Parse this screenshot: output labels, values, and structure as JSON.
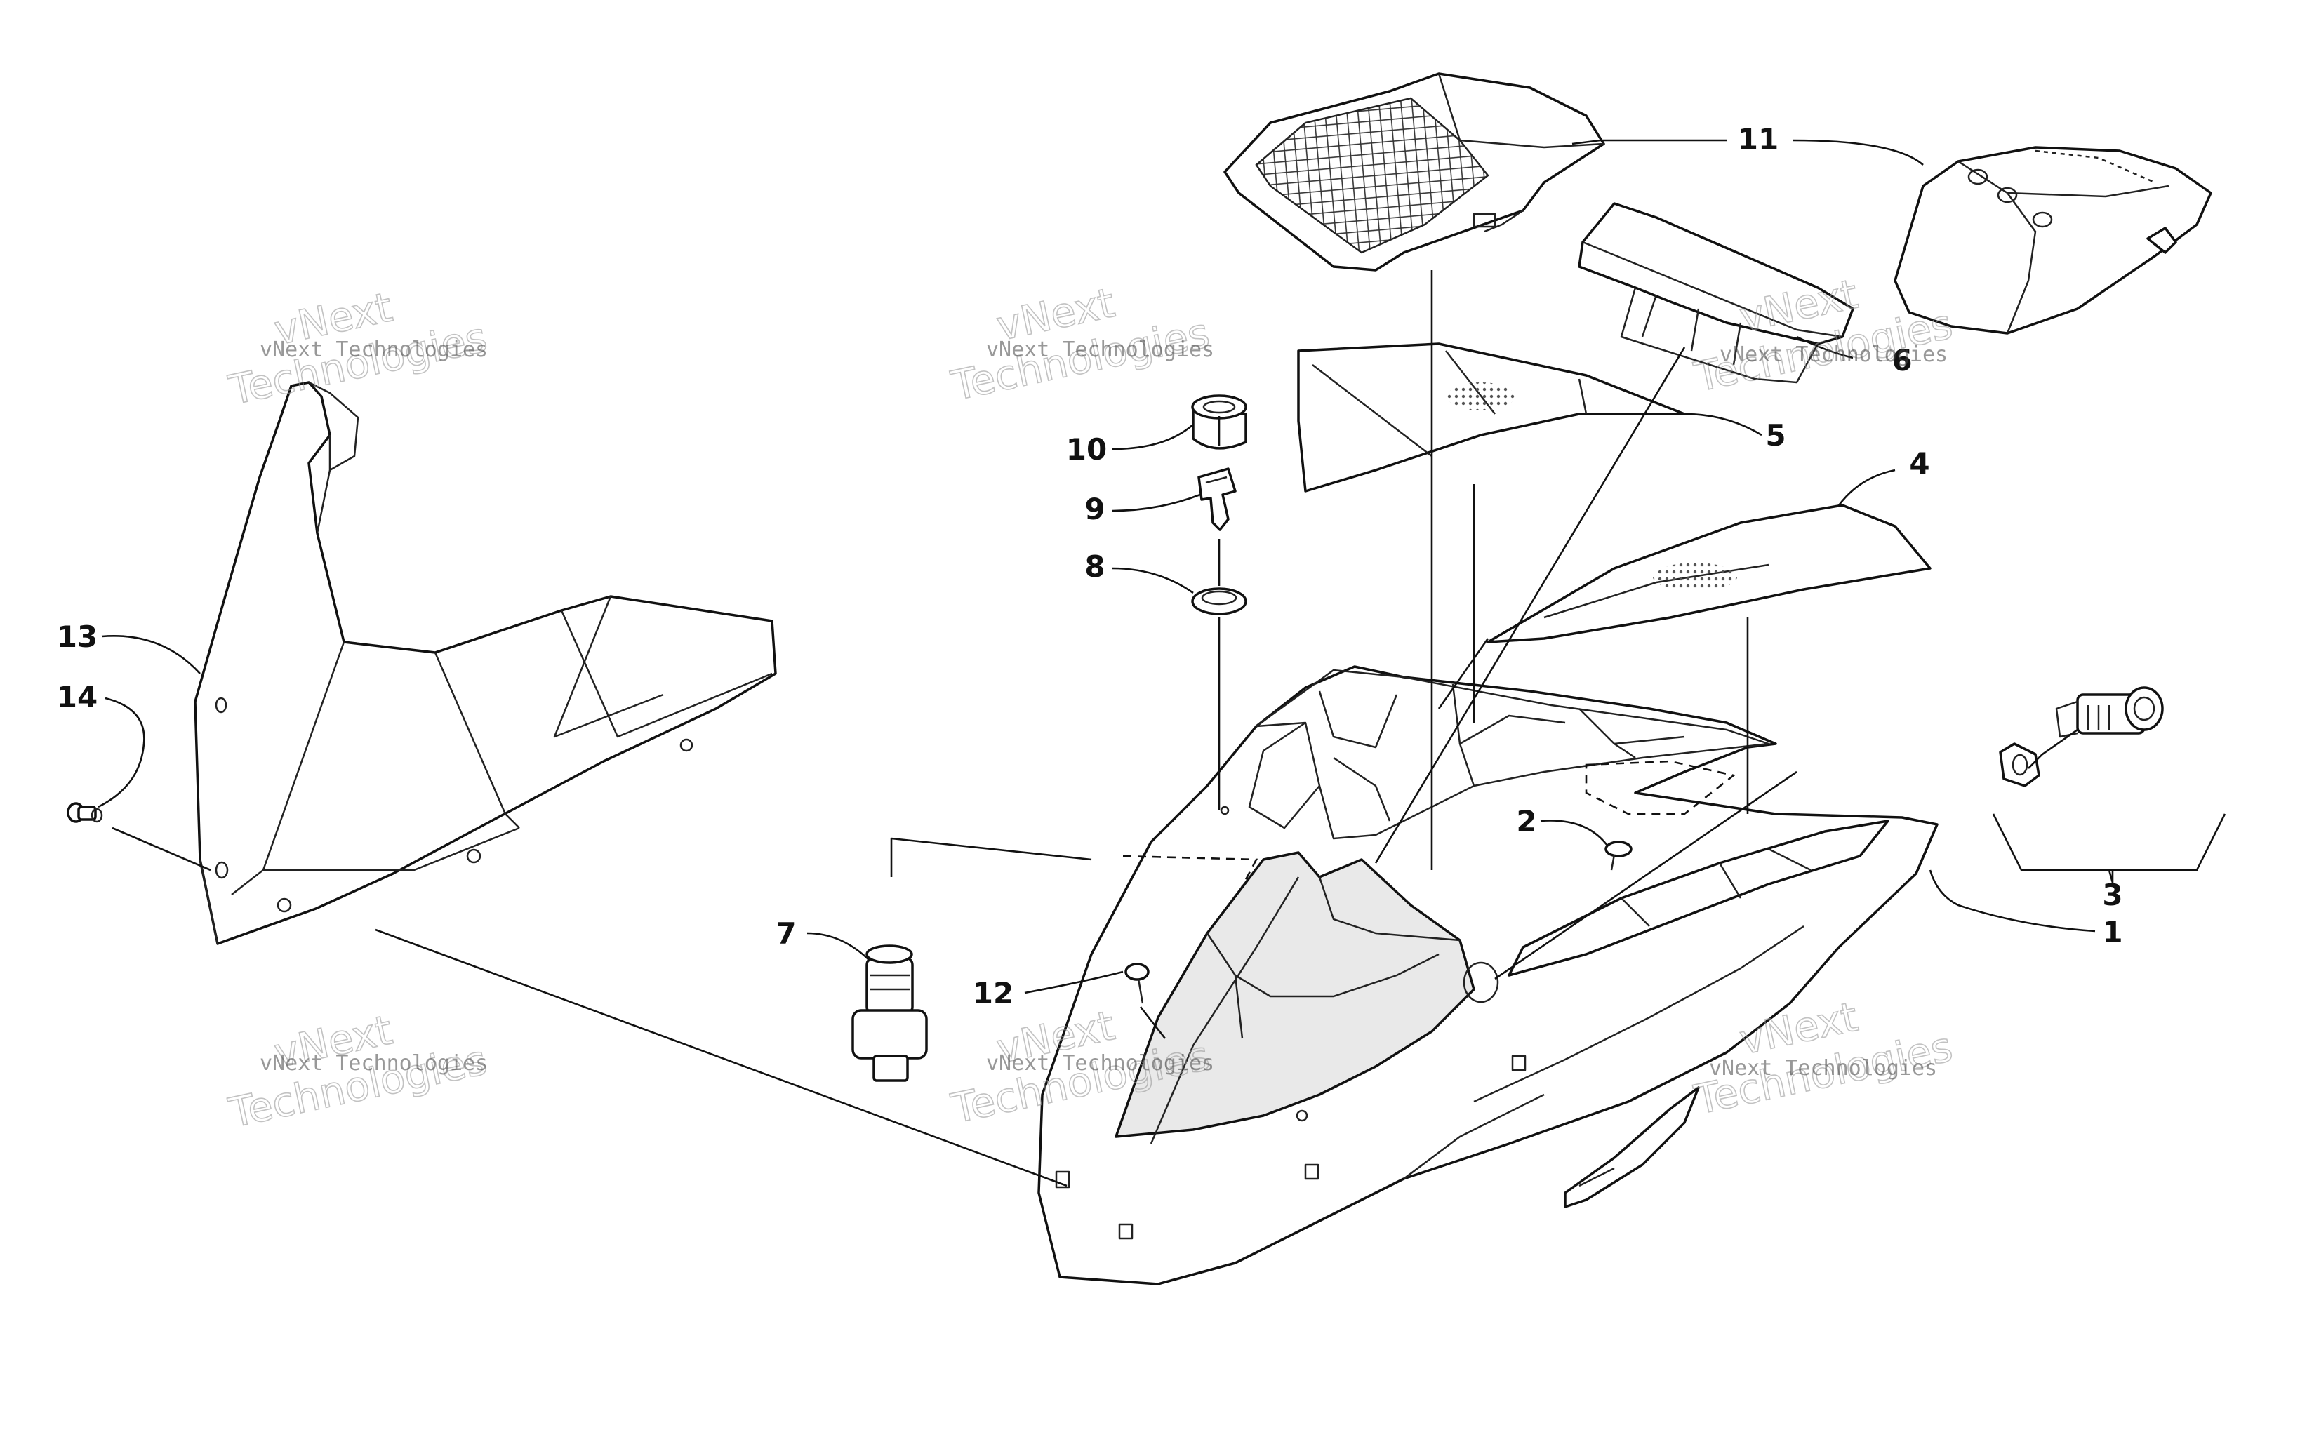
{
  "diagram": {
    "callouts": [
      "1",
      "2",
      "3",
      "4",
      "5",
      "6",
      "7",
      "8",
      "9",
      "10",
      "11",
      "12",
      "13",
      "14"
    ],
    "watermark": {
      "line1": "vNext",
      "line2": "Technologies",
      "combined": "vNext Technologies"
    }
  }
}
